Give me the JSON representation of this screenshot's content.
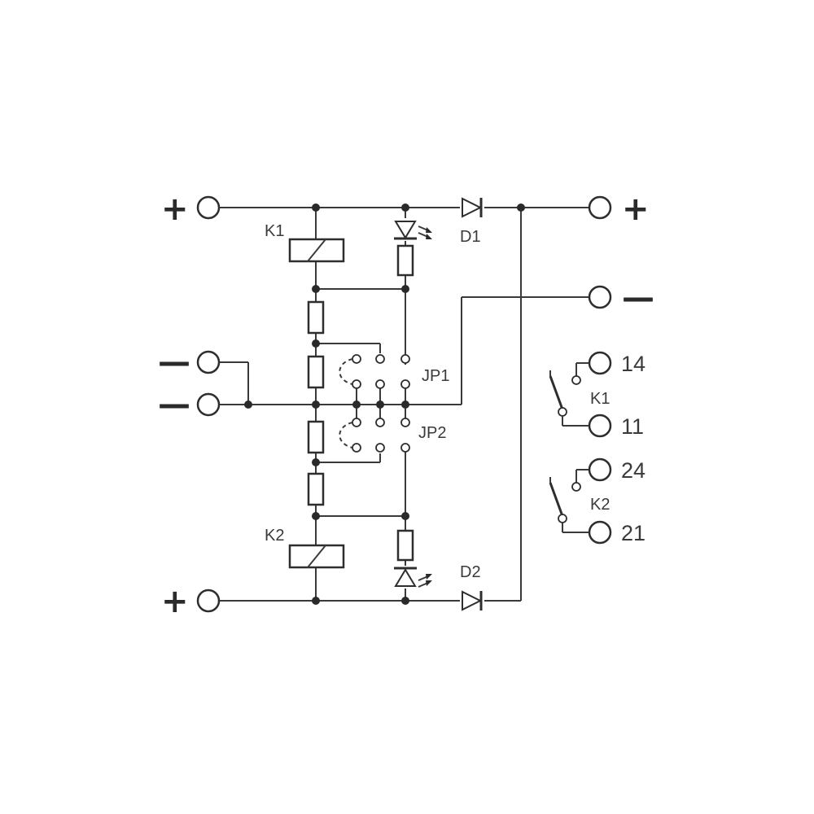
{
  "signs": {
    "plus": "+",
    "minus": "—"
  },
  "labels": {
    "k1": "K1",
    "k2": "K2",
    "d1": "D1",
    "d2": "D2",
    "jp1": "JP1",
    "jp2": "JP2",
    "contact_k1": "K1",
    "contact_k2": "K2"
  },
  "terminals": {
    "t14": "14",
    "t11": "11",
    "t24": "24",
    "t21": "21"
  },
  "colors": {
    "line": "#3a3a3a",
    "background": "#ffffff"
  }
}
